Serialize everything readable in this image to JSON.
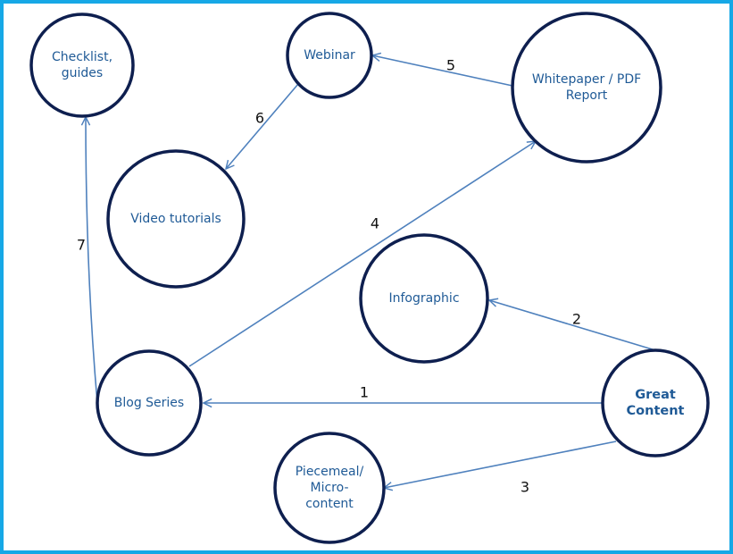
{
  "colors": {
    "frame_border": "#16a8e6",
    "node_stroke": "#0e1f4f",
    "node_text": "#1f5a96",
    "highlight_fill": "#fbbe00",
    "arrow": "#4f81bd",
    "number_text": "#111111"
  },
  "nodes": [
    {
      "id": "checklist",
      "lines": [
        "Checklist,",
        "guides"
      ],
      "highlight": false
    },
    {
      "id": "webinar",
      "lines": [
        "Webinar"
      ],
      "highlight": false
    },
    {
      "id": "whitepaper",
      "lines": [
        "Whitepaper / PDF",
        "Report"
      ],
      "highlight": false
    },
    {
      "id": "video",
      "lines": [
        "Video tutorials"
      ],
      "highlight": false
    },
    {
      "id": "infographic",
      "lines": [
        "Infographic"
      ],
      "highlight": false
    },
    {
      "id": "blog",
      "lines": [
        "Blog Series"
      ],
      "highlight": false
    },
    {
      "id": "great",
      "lines": [
        "Great",
        "Content"
      ],
      "highlight": true
    },
    {
      "id": "piecemeal",
      "lines": [
        "Piecemeal/",
        "Micro-",
        "content"
      ],
      "highlight": false
    }
  ],
  "edges": [
    {
      "from": "great",
      "to": "blog",
      "label": "1"
    },
    {
      "from": "great",
      "to": "infographic",
      "label": "2"
    },
    {
      "from": "great",
      "to": "piecemeal",
      "label": "3"
    },
    {
      "from": "blog",
      "to": "whitepaper",
      "label": "4"
    },
    {
      "from": "whitepaper",
      "to": "webinar",
      "label": "5"
    },
    {
      "from": "webinar",
      "to": "video",
      "label": "6"
    },
    {
      "from": "blog",
      "to": "checklist",
      "label": "7"
    }
  ]
}
